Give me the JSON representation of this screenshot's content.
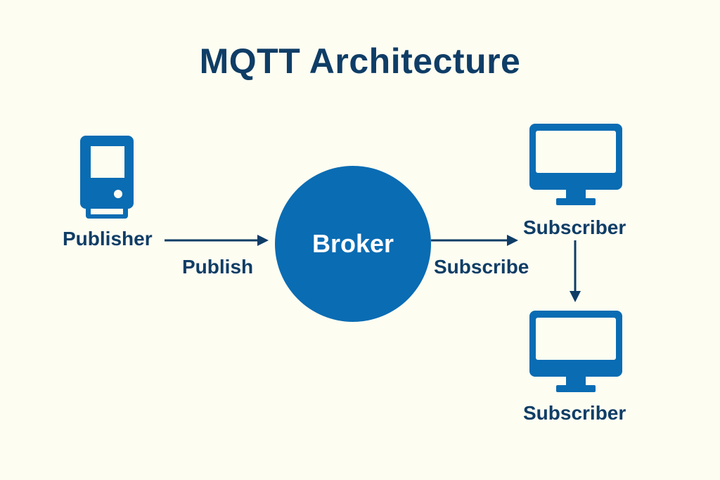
{
  "title": "MQTT Architecture",
  "nodes": {
    "publisher": {
      "label": "Publisher",
      "icon": "device-icon"
    },
    "broker": {
      "label": "Broker"
    },
    "subscriber_1": {
      "label": "Subscriber",
      "icon": "monitor-icon"
    },
    "subscriber_2": {
      "label": "Subscriber",
      "icon": "monitor-icon"
    }
  },
  "edges": [
    {
      "from": "publisher",
      "to": "broker",
      "label": "Publish"
    },
    {
      "from": "broker",
      "to": "subscriber_1",
      "label": "Subscribe"
    },
    {
      "from": "subscriber_1",
      "to": "subscriber_2",
      "label": ""
    }
  ],
  "colors": {
    "background": "#fdfdf2",
    "primary": "#0a6cb3",
    "text": "#0f3d66"
  }
}
